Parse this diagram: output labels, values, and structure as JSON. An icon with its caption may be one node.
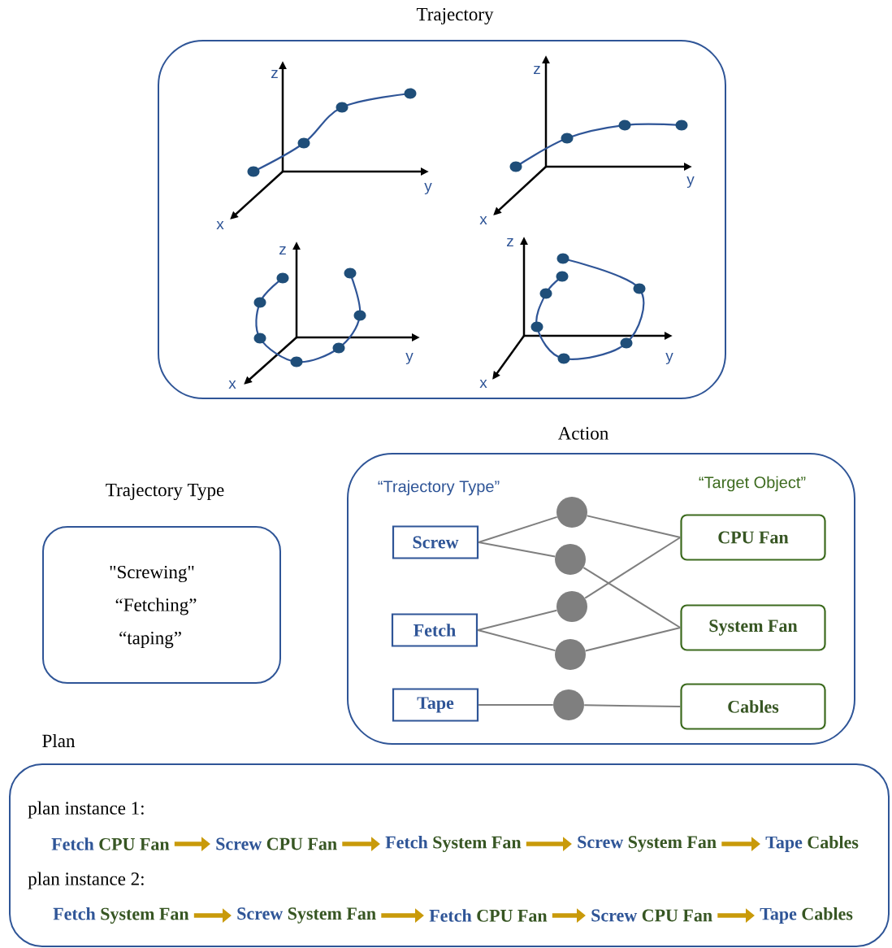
{
  "diagram": {
    "nodes": [
      {
        "text": [
          "Trajectory"
        ]
      },
      {
        "text": [
          "Trajectory Type",
          "\"Screwing\"",
          "“Fetching”",
          "“taping”"
        ]
      },
      {
        "text": [
          "Action",
          "“Trajectory Type”",
          "“Target Object”"
        ]
      },
      {
        "text": [
          "Screw"
        ],
        "in": 2
      },
      {
        "text": [
          "Fetch"
        ],
        "in": 2
      },
      {
        "text": [
          "Tape"
        ],
        "in": 2
      },
      {
        "text": [],
        "shape": "circle",
        "in": 2
      },
      {
        "text": [],
        "shape": "circle",
        "in": 2
      },
      {
        "text": [],
        "shape": "circle",
        "in": 2
      },
      {
        "text": [],
        "shape": "circle",
        "in": 2
      },
      {
        "text": [],
        "shape": "circle",
        "in": 2
      },
      {
        "text": [
          "CPU Fan"
        ],
        "in": 2
      },
      {
        "text": [
          "System Fan"
        ],
        "in": 2
      },
      {
        "text": [
          "Cables"
        ],
        "in": 2
      },
      {
        "text": [
          "Plan",
          "plan instance 1:",
          "plan instance 2:"
        ]
      },
      {
        "text": [
          "Fetch",
          "CPU Fan"
        ],
        "in": 14
      },
      {
        "text": [
          "Screw",
          "CPU Fan"
        ],
        "in": 14
      },
      {
        "text": [
          "Fetch",
          "System Fan"
        ],
        "in": 14
      },
      {
        "text": [
          "Screw",
          "System Fan"
        ],
        "in": 14
      },
      {
        "text": [
          "Tape",
          "Cables"
        ],
        "in": 14
      },
      {
        "text": [
          "Fetch",
          "System Fan"
        ],
        "in": 14
      },
      {
        "text": [
          "Screw",
          "System Fan"
        ],
        "in": 14
      },
      {
        "text": [
          "Fetch",
          "CPU Fan"
        ],
        "in": 14
      },
      {
        "text": [
          "Screw",
          "CPU Fan"
        ],
        "in": 14
      },
      {
        "text": [
          "Tape",
          "Cables"
        ],
        "in": 14
      }
    ],
    "edges": [
      {
        "from": 3,
        "to": 6,
        "arrow": "none"
      },
      {
        "from": 3,
        "to": 7,
        "arrow": "none"
      },
      {
        "from": 6,
        "to": 11,
        "arrow": "none"
      },
      {
        "from": 7,
        "to": 12,
        "arrow": "none"
      },
      {
        "from": 4,
        "to": 8,
        "arrow": "none"
      },
      {
        "from": 4,
        "to": 9,
        "arrow": "none"
      },
      {
        "from": 8,
        "to": 11,
        "arrow": "none"
      },
      {
        "from": 9,
        "to": 12,
        "arrow": "none"
      },
      {
        "from": 5,
        "to": 10,
        "arrow": "none"
      },
      {
        "from": 10,
        "to": 13,
        "arrow": "none"
      },
      {
        "from": 15,
        "to": 16,
        "arrow": "to",
        "style": "thick",
        "color": "#c99a0a"
      },
      {
        "from": 16,
        "to": 17,
        "arrow": "to",
        "style": "thick",
        "color": "#c99a0a"
      },
      {
        "from": 17,
        "to": 18,
        "arrow": "to",
        "style": "thick",
        "color": "#c99a0a"
      },
      {
        "from": 18,
        "to": 19,
        "arrow": "to",
        "style": "thick",
        "color": "#c99a0a"
      },
      {
        "from": 20,
        "to": 21,
        "arrow": "to",
        "style": "thick",
        "color": "#c99a0a"
      },
      {
        "from": 21,
        "to": 22,
        "arrow": "to",
        "style": "thick",
        "color": "#c99a0a"
      },
      {
        "from": 22,
        "to": 23,
        "arrow": "to",
        "style": "thick",
        "color": "#c99a0a"
      },
      {
        "from": 23,
        "to": 24,
        "arrow": "to",
        "style": "thick",
        "color": "#c99a0a"
      }
    ],
    "labels": [
      "z",
      "y",
      "x",
      "z",
      "y",
      "x",
      "z",
      "y",
      "x",
      "z",
      "y",
      "x"
    ]
  }
}
